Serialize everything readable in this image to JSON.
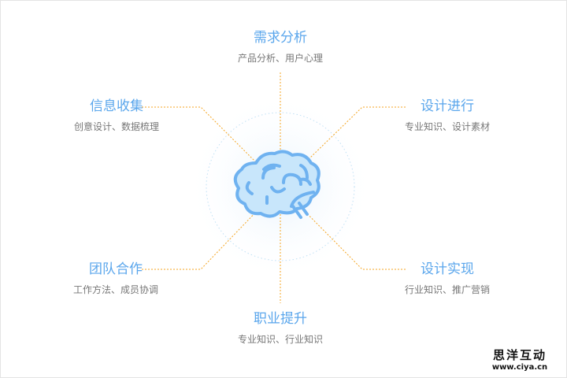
{
  "nodes": [
    {
      "title": "需求分析",
      "subtitle": "产品分析、用户心理"
    },
    {
      "title": "信息收集",
      "subtitle": "创意设计、数据梳理"
    },
    {
      "title": "设计进行",
      "subtitle": "专业知识、设计素材"
    },
    {
      "title": "团队合作",
      "subtitle": "工作方法、成员协调"
    },
    {
      "title": "设计实现",
      "subtitle": "行业知识、推广营销"
    },
    {
      "title": "职业提升",
      "subtitle": "专业知识、行业知识"
    }
  ],
  "watermark": {
    "name": "思洋互动",
    "url": "www.ciya.cn"
  },
  "colors": {
    "title": "#5aa6ec",
    "connector": "#f5a623",
    "brain_fill": "#c8e6fb",
    "brain_stroke": "#6fb2f0"
  }
}
